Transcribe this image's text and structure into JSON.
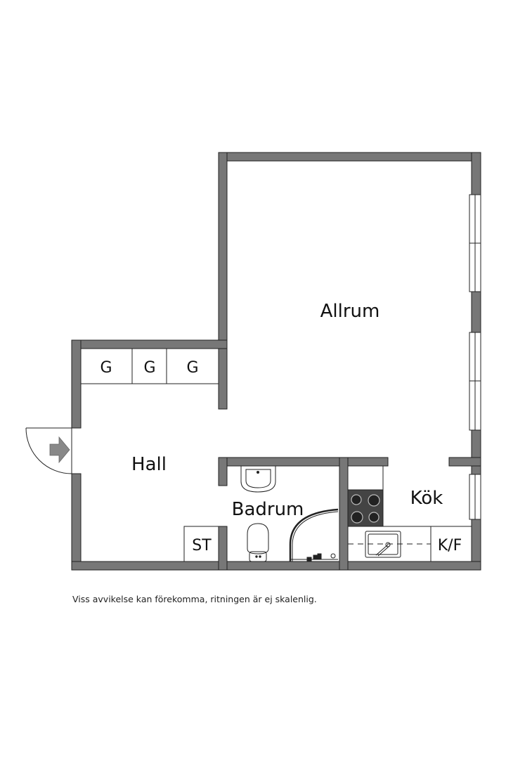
{
  "rooms": {
    "allrum": "Allrum",
    "hall": "Hall",
    "badrum": "Badrum",
    "kok": "Kök"
  },
  "fixtures": {
    "wardrobe_1": "G",
    "wardrobe_2": "G",
    "wardrobe_3": "G",
    "storage": "ST",
    "fridge_freezer": "K/F"
  },
  "disclaimer": "Viss avvikelse kan förekomma, ritningen är ej skalenlig.",
  "colors": {
    "wall": "#777777",
    "wall_stroke": "#222222",
    "line": "#222222",
    "cooktop": "#444444",
    "entry_arrow": "#888888"
  }
}
